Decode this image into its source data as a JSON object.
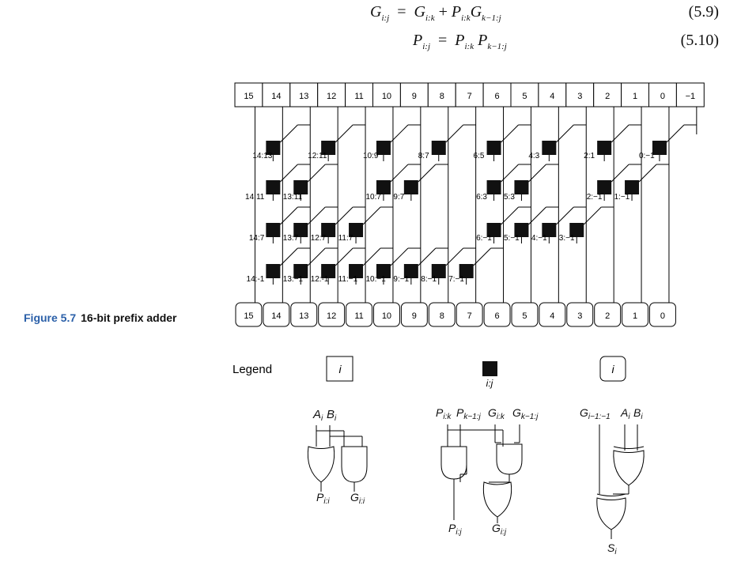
{
  "equations": [
    {
      "lhs_main": "G",
      "lhs_sub": "i:j",
      "rhs": [
        {
          "m": "G",
          "s": "i:k"
        },
        {
          "op": " + "
        },
        {
          "m": "P",
          "s": "i:k"
        },
        {
          "m": "G",
          "s": "k−1:j"
        }
      ],
      "number": "(5.9)"
    },
    {
      "lhs_main": "P",
      "lhs_sub": "i:j",
      "rhs": [
        {
          "m": "P",
          "s": "i:k"
        },
        {
          "op": " "
        },
        {
          "m": "P",
          "s": "k−1:j"
        }
      ],
      "number": "(5.10)"
    }
  ],
  "figure": {
    "label": "Figure 5.7",
    "title": "16-bit prefix adder"
  },
  "top_bits": [
    "15",
    "14",
    "13",
    "12",
    "11",
    "10",
    "9",
    "8",
    "7",
    "6",
    "5",
    "4",
    "3",
    "2",
    "1",
    "0",
    "−1"
  ],
  "bottom_bits": [
    "15",
    "14",
    "13",
    "12",
    "11",
    "10",
    "9",
    "8",
    "7",
    "6",
    "5",
    "4",
    "3",
    "2",
    "1",
    "0"
  ],
  "row1_labels": [
    "14:13",
    "12:11",
    "10:9",
    "8:7",
    "6:5",
    "4:3",
    "2:1",
    "0:−1"
  ],
  "row2_labels": [
    "14:11",
    "13:11",
    "10:7",
    "9:7",
    "6:3",
    "5:3",
    "2:−1",
    "1:−1"
  ],
  "row3_labels": [
    "14:7",
    "13:7",
    "12:7",
    "11:7",
    "6:−1",
    "5:−1",
    "4:−1",
    "3:−1"
  ],
  "row4_labels": [
    "14:-1",
    "13:−1",
    "12:-1",
    "11:−1",
    "10:−1",
    "9:−1",
    "8:−1",
    "7:−1"
  ],
  "legend": {
    "title": "Legend",
    "box_i": "i",
    "node_label": "i:j",
    "circle_i": "i",
    "pg_inputs": {
      "a": "A",
      "a_sub": "i",
      "b": "B",
      "b_sub": "i"
    },
    "pg_outputs": {
      "p": "P",
      "p_sub": "i:i",
      "g": "G",
      "g_sub": "i:i"
    },
    "node_inputs": {
      "p1": "P",
      "p1_sub": "i:k",
      "p2": "P",
      "p2_sub": "k−1:j",
      "g1": "G",
      "g1_sub": "i:k",
      "g2": "G",
      "g2_sub": "k−1:j"
    },
    "node_outputs": {
      "p": "P",
      "p_sub": "i:j",
      "g": "G",
      "g_sub": "i:j"
    },
    "sum_inputs": {
      "g": "G",
      "g_sub": "i−1:−1",
      "a": "A",
      "a_sub": "i",
      "b": "B",
      "b_sub": "i"
    },
    "sum_output": {
      "s": "S",
      "s_sub": "i"
    }
  }
}
